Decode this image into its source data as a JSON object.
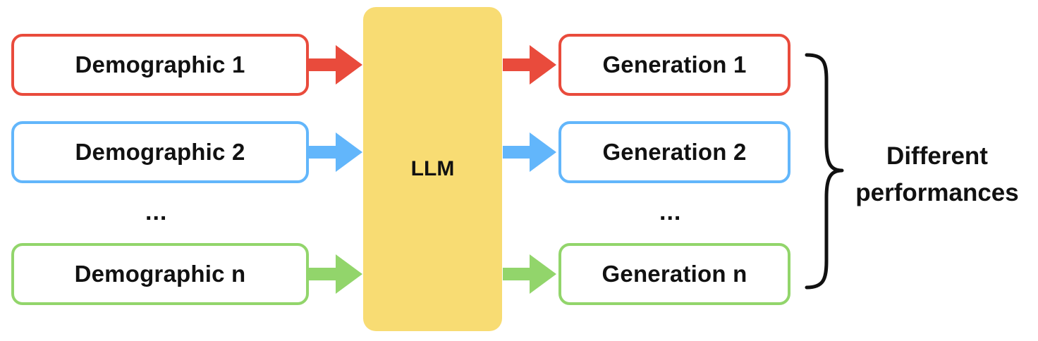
{
  "inputs": [
    {
      "label": "Demographic 1",
      "color": "#e94b3c"
    },
    {
      "label": "Demographic 2",
      "color": "#62b6fb"
    },
    {
      "label": "Demographic n",
      "color": "#92d56b"
    }
  ],
  "outputs": [
    {
      "label": "Generation 1",
      "color": "#e94b3c"
    },
    {
      "label": "Generation 2",
      "color": "#62b6fb"
    },
    {
      "label": "Generation n",
      "color": "#92d56b"
    }
  ],
  "model": {
    "label": "LLM",
    "color": "#f8dc73"
  },
  "ellipsis": "...",
  "brace_label": {
    "line1": "Different",
    "line2": "performances"
  }
}
